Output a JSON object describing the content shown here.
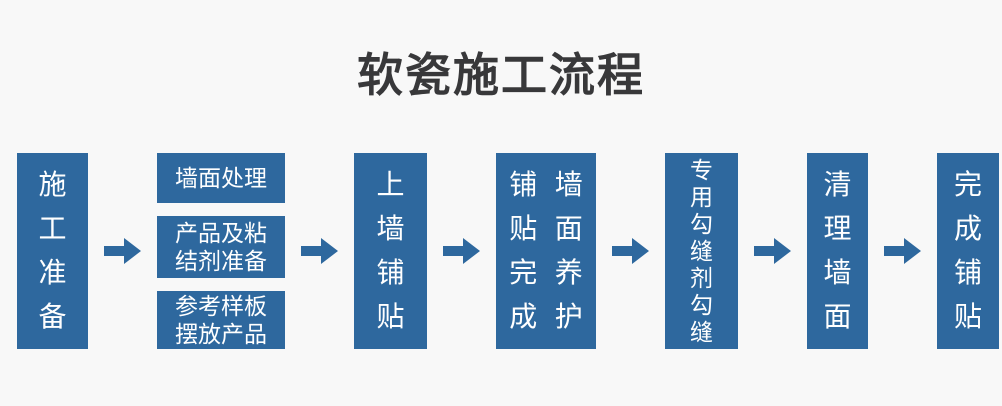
{
  "page": {
    "title": "软瓷施工流程",
    "colors": {
      "accent": "#2e689e",
      "background": "#f8f8f8",
      "title": "#38383a",
      "box_text": "#ffffff"
    }
  },
  "flow": {
    "step1_label": "施工准备",
    "substeps": [
      {
        "label": "墙面处理"
      },
      {
        "label": "产品及粘\n结剂准备"
      },
      {
        "label": "参考样板\n摆放产品"
      }
    ],
    "step3_label": "上墙铺贴",
    "step4_left": "铺贴完成",
    "step4_right": "墙面养护",
    "step5_label": "专用勾缝剂勾缝",
    "step6_label": "清理墙面",
    "step7_label": "完成铺贴"
  },
  "icons": {
    "arrow": "right-arrow"
  }
}
